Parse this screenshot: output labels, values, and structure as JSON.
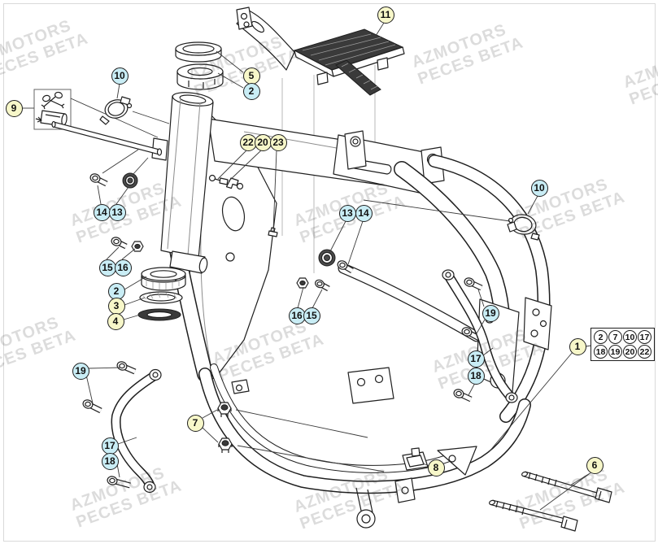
{
  "watermark": {
    "line1": "AZMOTORS",
    "line2": "PECES BETA",
    "color_hex": "#d7d7d7"
  },
  "colors": {
    "background": "#ffffff",
    "outline": "#1f1f1f",
    "callout_yellow": "#f7f7c9",
    "callout_cyan": "#c9edf5"
  },
  "legend": {
    "row1": [
      "2",
      "7",
      "10",
      "17"
    ],
    "row2": [
      "18",
      "19",
      "20",
      "22"
    ]
  },
  "callouts": {
    "c9": {
      "label": "9"
    },
    "c10_left": {
      "label": "10"
    },
    "c5": {
      "label": "5"
    },
    "c2_top": {
      "label": "2"
    },
    "c11": {
      "label": "11"
    },
    "c22": {
      "label": "22"
    },
    "c20": {
      "label": "20"
    },
    "c23": {
      "label": "23"
    },
    "c14_left": {
      "label": "14"
    },
    "c13_left": {
      "label": "13"
    },
    "c15_left": {
      "label": "15"
    },
    "c16_left": {
      "label": "16"
    },
    "c2_stack": {
      "label": "2"
    },
    "c3": {
      "label": "3"
    },
    "c4": {
      "label": "4"
    },
    "c13_mid": {
      "label": "13"
    },
    "c14_mid": {
      "label": "14"
    },
    "c16_mid": {
      "label": "16"
    },
    "c15_mid": {
      "label": "15"
    },
    "c10_right": {
      "label": "10"
    },
    "c19_right": {
      "label": "19"
    },
    "c17_right": {
      "label": "17"
    },
    "c18_right": {
      "label": "18"
    },
    "c1": {
      "label": "1"
    },
    "c19_left": {
      "label": "19"
    },
    "c17_left": {
      "label": "17"
    },
    "c18_left": {
      "label": "18"
    },
    "c7": {
      "label": "7"
    },
    "c8": {
      "label": "8"
    },
    "c6": {
      "label": "6"
    }
  }
}
